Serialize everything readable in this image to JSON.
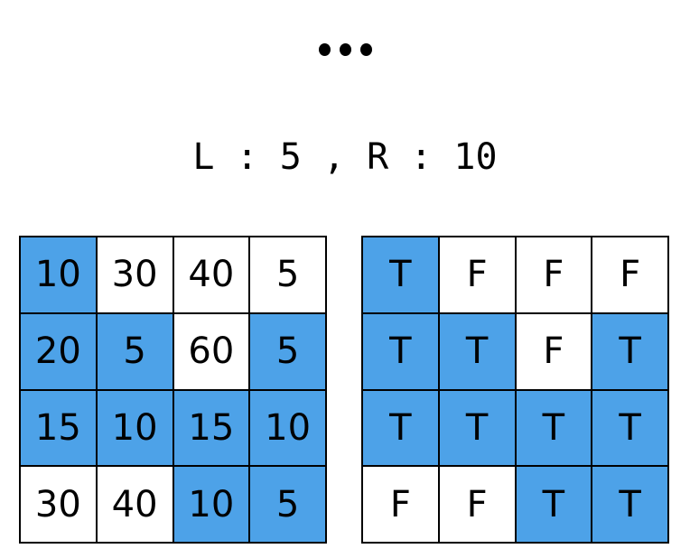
{
  "header": {
    "ellipsis_icon": "ellipsis-icon",
    "dots": [
      "dot",
      "dot",
      "dot"
    ],
    "title": "L : 5 , R : 10"
  },
  "colors": {
    "highlight": "#4da2e8",
    "cell_background": "#ffffff",
    "border": "#000000",
    "text": "#000000",
    "page_background": "#ffffff"
  },
  "params": {
    "L_label": "L",
    "L_value": 5,
    "R_label": "R",
    "R_value": 10
  },
  "chart_data": {
    "type": "heatmap",
    "title": "L : 5 , R : 10",
    "xlabel": "",
    "ylabel": "",
    "grid": true,
    "legend": "none",
    "description": "Two 4x4 grids: left shows numeric cell values, right shows boolean T/F mask. Cells are highlighted blue where the mask is T (value is between L=5 and R=10 inclusive).",
    "panels": [
      {
        "name": "values-grid",
        "rows": 4,
        "cols": 4,
        "values": [
          [
            10,
            30,
            40,
            5
          ],
          [
            20,
            5,
            60,
            5
          ],
          [
            15,
            10,
            15,
            10
          ],
          [
            30,
            40,
            10,
            5
          ]
        ],
        "highlight": [
          [
            true,
            false,
            false,
            false
          ],
          [
            true,
            true,
            false,
            true
          ],
          [
            true,
            true,
            true,
            true
          ],
          [
            false,
            false,
            true,
            true
          ]
        ]
      },
      {
        "name": "flags-grid",
        "rows": 4,
        "cols": 4,
        "values": [
          [
            "T",
            "F",
            "F",
            "F"
          ],
          [
            "T",
            "T",
            "F",
            "T"
          ],
          [
            "T",
            "T",
            "T",
            "T"
          ],
          [
            "F",
            "F",
            "T",
            "T"
          ]
        ],
        "highlight": [
          [
            true,
            false,
            false,
            false
          ],
          [
            true,
            true,
            false,
            true
          ],
          [
            true,
            true,
            true,
            true
          ],
          [
            false,
            false,
            true,
            true
          ]
        ]
      }
    ]
  }
}
